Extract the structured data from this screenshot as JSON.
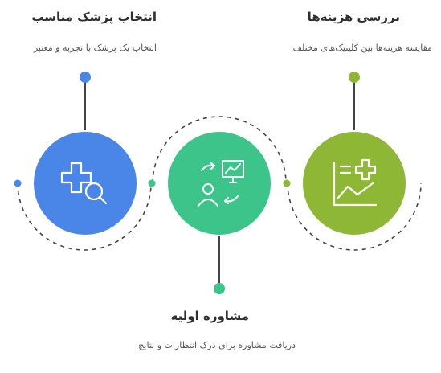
{
  "colors": {
    "blue": "#4A86E8",
    "green": "#3DC48A",
    "olive": "#8DB735",
    "line": "#444444"
  },
  "steps": [
    {
      "id": "choose-doctor",
      "title": "انتخاب پزشک مناسب",
      "description": "انتخاب یک پزشک با تجربه و معتبر",
      "icon": "medical-search-icon",
      "color": "#4A86E8"
    },
    {
      "id": "initial-consultation",
      "title": "مشاوره اولیه",
      "description": "دریافت مشاوره برای درک انتظارات و نتایج",
      "icon": "consultation-icon",
      "color": "#3DC48A"
    },
    {
      "id": "review-costs",
      "title": "بررسی هزینه‌ها",
      "description": "مقایسه هزینه‌ها بین کلینیک‌های مختلف",
      "icon": "medical-chart-icon",
      "color": "#8DB735"
    }
  ]
}
